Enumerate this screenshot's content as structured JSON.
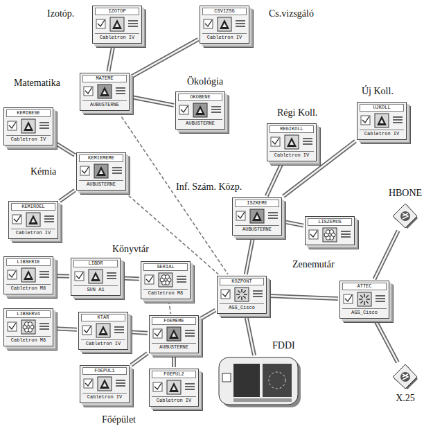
{
  "diagram": {
    "nodes": [
      {
        "text": [
          "IZOTOP",
          "Cabletron IV"
        ]
      },
      {
        "text": [
          "CSVIZSG",
          "Cabletron IV"
        ]
      },
      {
        "text": [
          "MATEME",
          "AUBUSTERNE"
        ]
      },
      {
        "text": [
          "OKOBENE",
          "AUBUSTERNE"
        ]
      },
      {
        "text": [
          "KEMIBESE",
          "Cabletron IV"
        ]
      },
      {
        "text": [
          "KEMIEMEME",
          "AUBUSTERNE"
        ]
      },
      {
        "text": [
          "KEMIRDEL",
          "Cabletron IV"
        ]
      },
      {
        "text": [
          "REGIKOLL",
          "Cabletron IV"
        ]
      },
      {
        "text": [
          "UJKOLL",
          "Cabletron IV"
        ]
      },
      {
        "text": [
          "ISZKEME",
          "AUBUSTERNE"
        ]
      },
      {
        "text": [
          "LISZEMUS"
        ]
      },
      {
        "text": [
          "HBONE"
        ]
      },
      {
        "text": [
          "LIBSERIE",
          "Cabletron M8"
        ]
      },
      {
        "text": [
          "LIBDR",
          "SUN A1"
        ]
      },
      {
        "text": [
          "SERIAL",
          "Cabletron M8"
        ]
      },
      {
        "text": [
          "LIBSERV4",
          "Cabletron M8"
        ]
      },
      {
        "text": [
          "KTAR",
          "Cabletron IV"
        ]
      },
      {
        "text": [
          "FOEMEME",
          "AUBUSTERNE"
        ]
      },
      {
        "text": [
          "KOZPONT",
          "AGS_Cisco"
        ]
      },
      {
        "text": [
          "ATTEC",
          "AGS_Cisco"
        ]
      },
      {
        "text": [
          "X.25"
        ]
      },
      {
        "text": [
          "FOEPUL1",
          "Cabletron IV"
        ]
      },
      {
        "text": [
          "FOEPUL2",
          "Cabletron IV"
        ]
      },
      {
        "text": [
          "FDDI"
        ]
      }
    ],
    "edges": [
      {
        "from": 0,
        "to": 2,
        "arrow": "none"
      },
      {
        "from": 1,
        "to": 2,
        "arrow": "none"
      },
      {
        "from": 2,
        "to": 3,
        "arrow": "none"
      },
      {
        "from": 2,
        "to": 18,
        "arrow": "none"
      },
      {
        "from": 4,
        "to": 5,
        "arrow": "none"
      },
      {
        "from": 5,
        "to": 6,
        "arrow": "none"
      },
      {
        "from": 5,
        "to": 18,
        "arrow": "none"
      },
      {
        "from": 7,
        "to": 9,
        "arrow": "none"
      },
      {
        "from": 8,
        "to": 9,
        "arrow": "none"
      },
      {
        "from": 10,
        "to": 9,
        "arrow": "none"
      },
      {
        "from": 9,
        "to": 18,
        "arrow": "none"
      },
      {
        "from": 18,
        "to": 19,
        "arrow": "none"
      },
      {
        "from": 19,
        "to": 11,
        "arrow": "none"
      },
      {
        "from": 19,
        "to": 20,
        "arrow": "none"
      },
      {
        "from": 18,
        "to": 23,
        "arrow": "none"
      },
      {
        "from": 12,
        "to": 13,
        "arrow": "none"
      },
      {
        "from": 13,
        "to": 14,
        "arrow": "none"
      },
      {
        "from": 14,
        "to": 17,
        "arrow": "none"
      },
      {
        "from": 15,
        "to": 16,
        "arrow": "none"
      },
      {
        "from": 16,
        "to": 17,
        "arrow": "none"
      },
      {
        "from": 17,
        "to": 18,
        "arrow": "none"
      },
      {
        "from": 17,
        "to": 21,
        "arrow": "none"
      },
      {
        "from": 17,
        "to": 22,
        "arrow": "none"
      }
    ],
    "labels": [
      "Izotóp.",
      "Cs.vizsgáló",
      "Matematika",
      "Ökológia",
      "Régi Koll.",
      "Új Koll.",
      "Kémia",
      "Inf. Szám. Közp.",
      "Zenemutár",
      "Könyvtár",
      "Főépület"
    ]
  }
}
